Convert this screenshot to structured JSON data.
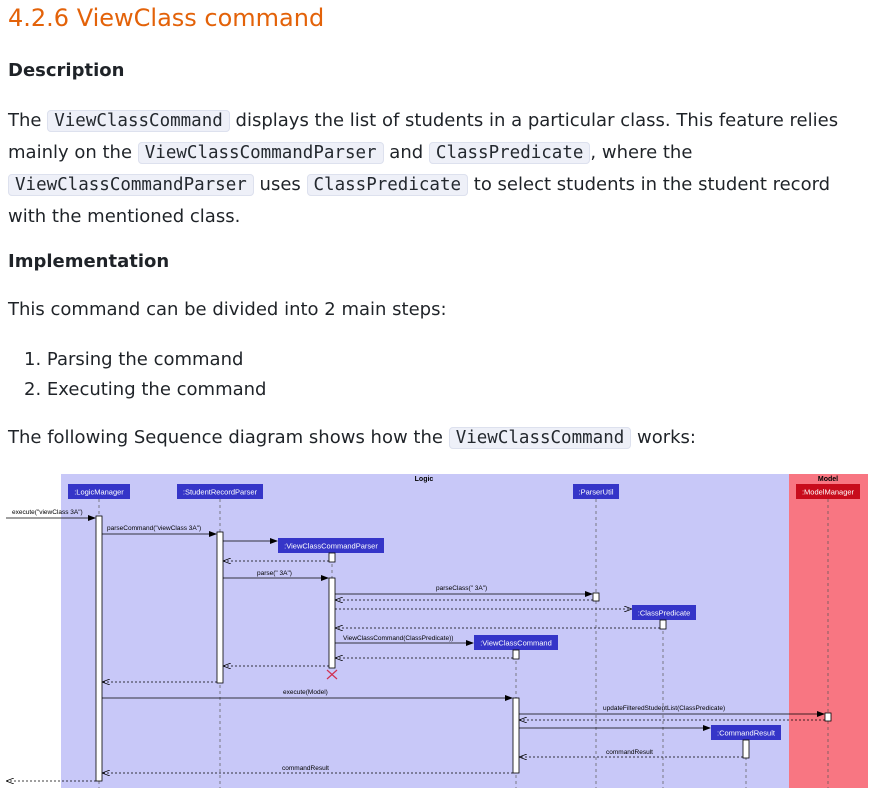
{
  "heading": "4.2.6 ViewClass command",
  "description": {
    "heading": "Description",
    "p_the": "The",
    "code_viewclasscommand": "ViewClassCommand",
    "p_text1": "displays the list of students in a particular class. This feature relies mainly on the",
    "code_parser": "ViewClassCommandParser",
    "p_and": "and",
    "code_predicate": "ClassPredicate",
    "p_where": ", where the",
    "p_uses": "uses",
    "p_select": "to select students in the student record with the mentioned class."
  },
  "implementation": {
    "heading": "Implementation",
    "intro": "This command can be divided into 2 main steps:",
    "steps": [
      "1. Parsing the command",
      "2. Executing the command"
    ],
    "sequence_intro": "The following Sequence diagram shows how the",
    "sequence_code": "ViewClassCommand",
    "sequence_end": "works:"
  },
  "diagram": {
    "frames": {
      "logic": "Logic",
      "model": "Model"
    },
    "participants": {
      "logic_manager": ":LogicManager",
      "student_record_parser": ":StudentRecordParser",
      "parser_util": ":ParserUtil",
      "model_manager": ":ModelManager",
      "view_class_command_parser": ":ViewClassCommandParser",
      "class_predicate": ":ClassPredicate",
      "view_class_command": ":ViewClassCommand",
      "command_result": ":CommandResult"
    },
    "messages": {
      "execute": "execute(\"viewClass 3A\")",
      "parse_command": "parseCommand(\"viewClass 3A\")",
      "parse": "parse(\" 3A\")",
      "parse_class": "parseClass(\" 3A\")",
      "construct_command": "ViewClassCommand(ClassPredicate))",
      "execute_model": "execute(Model)",
      "update_filtered": "updateFilteredStudentList(ClassPredicate)",
      "command_result_return": "commandResult",
      "command_result_final": "commandResult"
    },
    "colors": {
      "logic_frame": "#c8c8f8",
      "model_frame": "#f87682",
      "participant": "#3535c8",
      "model_participant": "#c80c1c",
      "destroy_mark": "#d03050"
    }
  }
}
